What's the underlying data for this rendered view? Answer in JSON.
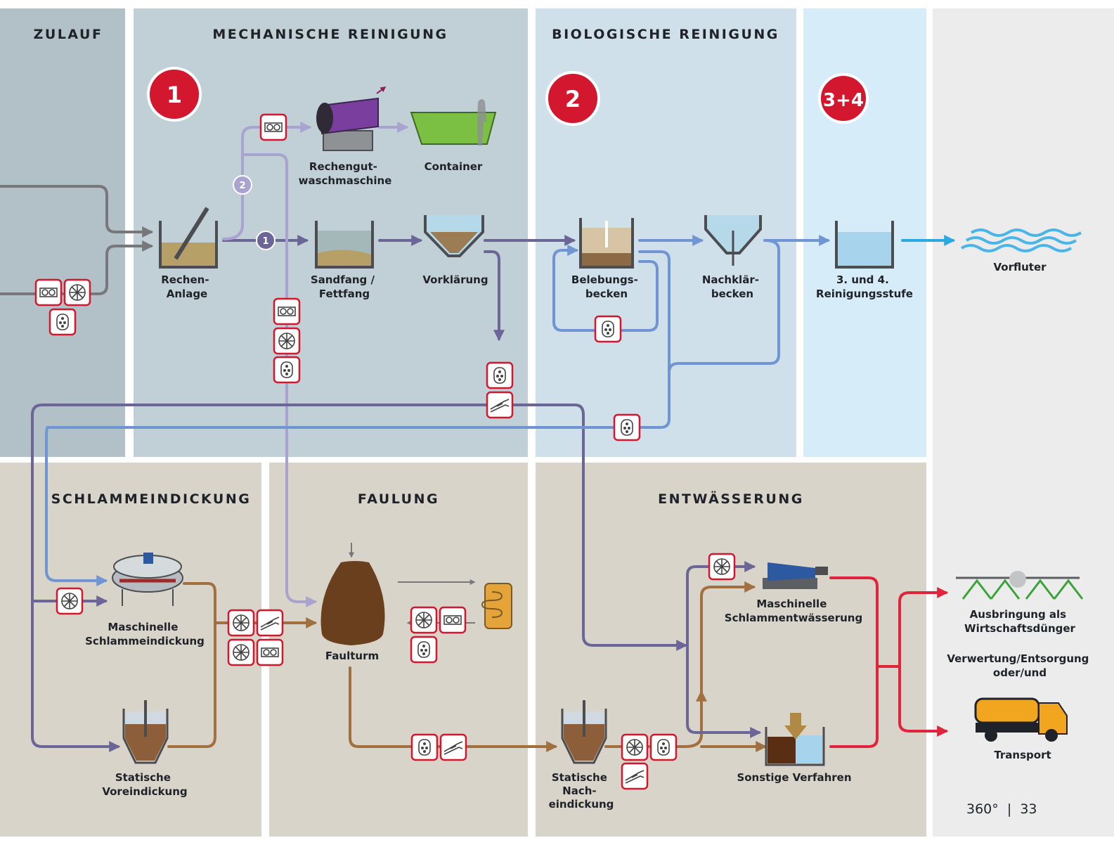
{
  "colors": {
    "accent_red": "#d3172e",
    "zone_inflow": "#b2c0c7",
    "zone_mechanical": "#c1cfd6",
    "zone_biological": "#d0e0ea",
    "zone_advanced": "#d6ecf8",
    "zone_output": "#ececec",
    "zone_sludge": "#d9d4ca",
    "flow_gray": "#77787b",
    "flow_purple": "#6c6597",
    "flow_lavender": "#a9a3cf",
    "flow_blue": "#6f95d3",
    "flow_cyan": "#29aae1",
    "flow_brown": "#a2703f",
    "flow_red": "#e0243b"
  },
  "zones": {
    "inflow": "ZULAUF",
    "mechanical": "MECHANISCHE REINIGUNG",
    "biological": "BIOLOGISCHE REINIGUNG",
    "thickening": "SCHLAMMEINDICKUNG",
    "digestion": "FAULUNG",
    "dewatering": "ENTWÄSSERUNG"
  },
  "steps": {
    "mechanical": "1",
    "biological": "2",
    "advanced": "3+4"
  },
  "routes": {
    "main": "1",
    "bypass": "2"
  },
  "stations": {
    "rechenanlage": [
      "Rechen-",
      "Anlage"
    ],
    "rechengutwaschmaschine": [
      "Rechengut-",
      "waschmaschine"
    ],
    "container": [
      "Container"
    ],
    "sandfang": [
      "Sandfang /",
      "Fettfang"
    ],
    "vorklaerung": [
      "Vorklärung"
    ],
    "belebungsbecken": [
      "Belebungs-",
      "becken"
    ],
    "nachklaerbecken": [
      "Nachklär-",
      "becken"
    ],
    "reinigungsstufe": [
      "3. und 4.",
      "Reinigungsstufe"
    ],
    "vorfluter": [
      "Vorfluter"
    ],
    "maschinelle_eindickung": [
      "Maschinelle",
      "Schlammeindickung"
    ],
    "statische_voreindickung": [
      "Statische",
      "Voreindickung"
    ],
    "faulturm": [
      "Faulturm"
    ],
    "statische_nacheindickung": [
      "Statische",
      "Nach-",
      "eindickung"
    ],
    "maschinelle_entwaesserung": [
      "Maschinelle",
      "Schlammentwässerung"
    ],
    "sonstige_verfahren": [
      "Sonstige Verfahren"
    ],
    "ausbringung": [
      "Ausbringung als",
      "Wirtschaftsdünger"
    ],
    "verwertung": [
      "Verwertung/Entsorgung",
      "oder/und"
    ],
    "transport": [
      "Transport"
    ]
  },
  "equipment_icons": [
    "lobe-pump-icon",
    "fan-impeller-pump-icon",
    "valve-icon",
    "screw-pump-icon"
  ],
  "footer": {
    "page": "360°  |  33"
  }
}
